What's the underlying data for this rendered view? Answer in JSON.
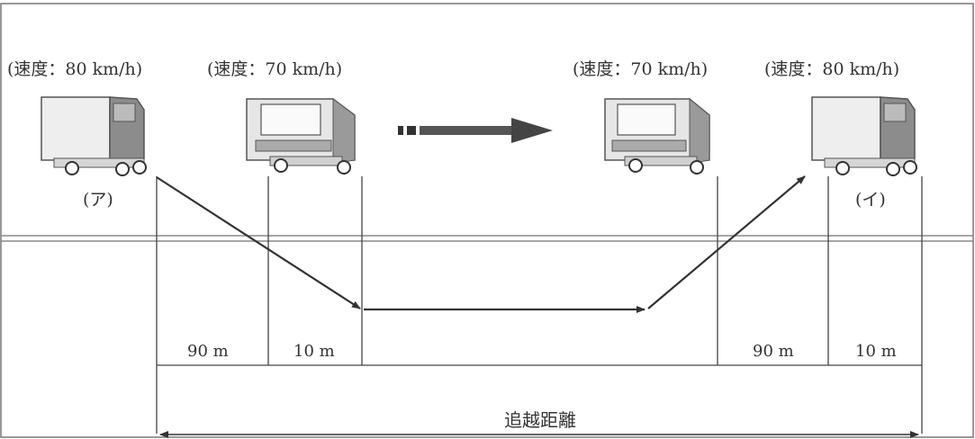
{
  "vehicles_before": {
    "overtaking_speed": "(速度：80 km/h)",
    "overtaken_speed": "(速度：70 km/h)",
    "overtaking_label": "(ア)"
  },
  "vehicles_after": {
    "overtaken_speed": "(速度：70 km/h)",
    "overtaking_speed": "(速度：80 km/h)",
    "overtaking_label": "(イ)"
  },
  "dimensions": {
    "left_gap_1": "90 m",
    "left_gap_2": "10 m",
    "right_gap_1": "90 m",
    "right_gap_2": "10 m",
    "total_label": "追越距離"
  }
}
